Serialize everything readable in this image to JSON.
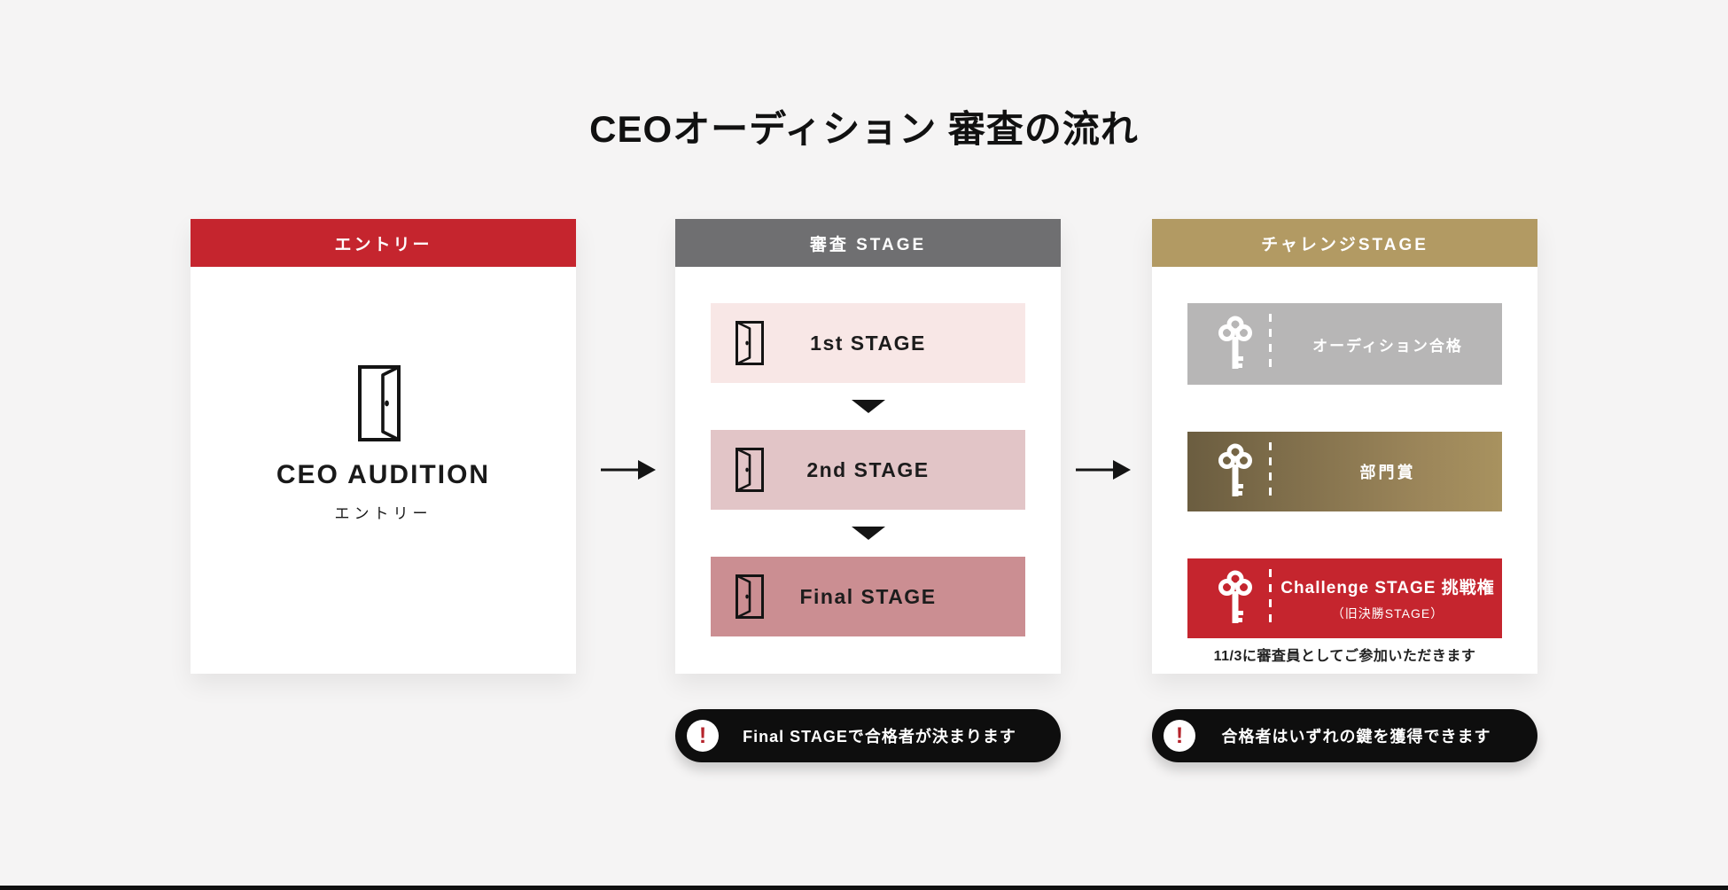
{
  "title": "CEOオーディション 審査の流れ",
  "icons": {
    "alert": "!"
  },
  "colors": {
    "background": "#f5f4f4",
    "accent_red": "#c5252e",
    "header_gray": "#6f6f71",
    "header_gold": "#b29a63",
    "stage1_pink": "#f8e7e6",
    "stage2_pink": "#e2c5c7",
    "stage3_rose": "#cb8e92",
    "prize_gray": "#b7b6b6",
    "prize_gold_dark": "#6b5d40",
    "prize_gold_light": "#a8925f",
    "pill_black": "#0e0e0e"
  },
  "panels": {
    "entry": {
      "header": "エントリー",
      "logo_title": "CEO AUDITION",
      "logo_subtitle": "エントリー"
    },
    "screening": {
      "header": "審査 STAGE",
      "stages": [
        {
          "label": "1st STAGE"
        },
        {
          "label": "2nd STAGE"
        },
        {
          "label": "Final STAGE"
        }
      ]
    },
    "challenge": {
      "header": "チャレンジSTAGE",
      "items": [
        {
          "label": "オーディション合格"
        },
        {
          "label": "部門賞"
        },
        {
          "label": "Challenge STAGE 挑戦権",
          "sublabel": "（旧決勝STAGE）"
        }
      ],
      "note": "11/3に審査員としてご参加いただきます"
    }
  },
  "callouts": {
    "screening": "Final STAGEで合格者が決まります",
    "challenge": "合格者はいずれの鍵を獲得できます"
  }
}
